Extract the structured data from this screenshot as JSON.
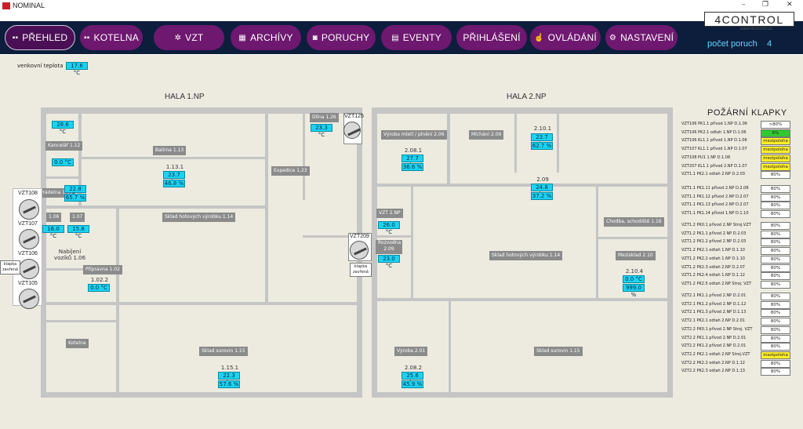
{
  "window": {
    "title": "NOMINAL",
    "minimize": "–",
    "restore": "❐",
    "close": "✕"
  },
  "brand": {
    "name": "4CONTROL",
    "url": "www.4control.cz"
  },
  "nav": [
    {
      "label": "PŘEHLED",
      "icon": "▪▪",
      "active": true
    },
    {
      "label": "KOTELNA",
      "icon": "▪▪"
    },
    {
      "label": "VZT",
      "icon": "✲"
    },
    {
      "label": "ARCHÍVY",
      "icon": "▦"
    },
    {
      "label": "PORUCHY",
      "icon": "◙"
    },
    {
      "label": "EVENTY",
      "icon": "▤"
    },
    {
      "label": "PŘIHLÁŠENÍ",
      "icon": ""
    },
    {
      "label": "OVLÁDÁNÍ",
      "icon": "☝"
    },
    {
      "label": "NASTAVENÍ",
      "icon": "⚙"
    }
  ],
  "status": {
    "pocet_label": "počet poruch",
    "pocet_value": "4"
  },
  "venkovni": {
    "label": "venkovní teplota",
    "value": "17.6 °C"
  },
  "hall1": {
    "title": "HALA 1.NP",
    "rooms": {
      "kancelar": "Kancelář 1.12",
      "dilna": "Dílna 1.26",
      "balirna": "Balírna 1.13",
      "expedice": "Expedice 1.23",
      "pradelna": "Prádelna 1.05",
      "r106": "1.06",
      "r107": "1.07",
      "sklad_vyrobku": "Sklad hotových výrobku 1.14",
      "nabijeni": "Nabíjení vozíků 1.06",
      "pripravna": "Přípravna 1.02",
      "kotelna": "Kotelna",
      "sklad_surovin": "Sklad surovin 1.15"
    },
    "values": {
      "k_temp": "28.6 °C",
      "k_temp2": "0.0 °C",
      "dilna_temp": "23.3 °C",
      "b_id": "1.13.1",
      "b_temp": "23.7 °C",
      "b_hum": "46.8 %",
      "p_temp": "22.8 °C",
      "p_hum": "65.7 %",
      "r106_temp": "16.0 °C",
      "r107_temp": "15.8 °C",
      "pr_id": "1.02.2",
      "pr_temp": "0.0 °C",
      "ss_id": "1.15.1",
      "ss_temp": "22.3 °C",
      "ss_hum": "57.6 %"
    },
    "vzt": {
      "v108": "VZT108",
      "v107": "VZT107",
      "v106": "VZT106",
      "v105": "VZT105",
      "v125": "VZT125",
      "klapka": "klapka zavřená"
    }
  },
  "hall2": {
    "title": "HALA 2.NP",
    "rooms": {
      "vyroba_mleti": "Výroba mletí / plnění 2.06",
      "michani": "Míchání 2.09",
      "vzt2np": "VZT 2.NP",
      "rozvodna": "Rozvodna 2.09",
      "sklad_vyrobku": "Sklad hotových výrobku 1.14",
      "chodba": "Chodba, schodiště 1.16",
      "mezisklad": "Mezisklad 2.10",
      "vyroba": "Výroba 2.01",
      "sklad_surovin": "Sklad surovin 1.15"
    },
    "values": {
      "vm_id": "2.08.1",
      "vm_temp": "27.7 °C",
      "vm_hum": "36.6 %",
      "m_id": "2.10.1",
      "m_temp": "23.7 °C",
      "m_hum": "62.7 %",
      "c_id": "2.09",
      "c_temp": "24.8 °C",
      "c_hum": "37.2 %",
      "vzt2np_temp": "26.0 °C",
      "rozv_temp": "23.0 °C",
      "mz_id": "2.10.4",
      "mz_temp": "0.0 °C",
      "mz_hum": "999.0 %",
      "v_id": "2.08.2",
      "v_temp": "25.6 °C",
      "v_hum": "45.9 %"
    },
    "vzt": {
      "v209": "VZT209",
      "klapka": "klapka zavřená"
    }
  },
  "pozarni": {
    "title": "POŽÁRNÍ KLAPKY",
    "groups": [
      [
        {
          "label": "VZT106 PK1.1 přívod 1.NP D.1.06",
          "value": ">80%",
          "color": ""
        },
        {
          "label": "VZT106 PK2.1 odtah 1.NP D.1.06",
          "value": "6%",
          "color": "g"
        },
        {
          "label": "VZT106 KL1.1 přívod 1.NP D.1.06",
          "value": "mezipoloha",
          "color": "y"
        },
        {
          "label": "VZT107 KL1.1 přívod 1.NP D.1.07",
          "value": "mezipoloha",
          "color": "y"
        },
        {
          "label": "VZT108 PU1 1.NP D.1.08",
          "value": "mezipoloha",
          "color": "y"
        },
        {
          "label": "VZT207 KL1.1 přívod 2.NP D.1.07",
          "value": "mezipoloha",
          "color": "y"
        },
        {
          "label": "VZT1.1 PK2.1 odtah 2.NP D.2.03",
          "value": "80%",
          "color": ""
        }
      ],
      [
        {
          "label": "VZT1.1 PK1.11 přívod 2.NP D.2.08",
          "value": "80%",
          "color": ""
        },
        {
          "label": "VZT1.1 PK1.12 přívod 2.NP D.2.07",
          "value": "80%",
          "color": ""
        },
        {
          "label": "VZT1.1 PK1.13 přívod 2.NP D.2.07",
          "value": "80%",
          "color": ""
        },
        {
          "label": "VZT1.1 PK1.14 přívod 1.NP D.1.10",
          "value": "80%",
          "color": ""
        }
      ],
      [
        {
          "label": "VZT1.2 PK0.1 přívod 2.NP Stroj.VZT",
          "value": "80%",
          "color": ""
        },
        {
          "label": "VZT1.2 PK1.1 přívod 2.NP D.2.03",
          "value": "80%",
          "color": ""
        },
        {
          "label": "VZT1.2 PK1.2 přívod 2.NP D.2.03",
          "value": "80%",
          "color": ""
        },
        {
          "label": "VZT1.2 PK2.1 odtah 1.NP D.1.10",
          "value": "80%",
          "color": ""
        },
        {
          "label": "VZT1.2 PK2.2 odtah 1.NP D.1.10",
          "value": "80%",
          "color": ""
        },
        {
          "label": "VZT1.2 PK2.3 odtah 2.NP D.2.07",
          "value": "80%",
          "color": ""
        },
        {
          "label": "VZT1.2 PK2.4 odtah 1.NP D.1.12",
          "value": "80%",
          "color": ""
        },
        {
          "label": "VZT1.2 PK2.5 odtah 2.NP Stroj. VZT",
          "value": "80%",
          "color": ""
        }
      ],
      [
        {
          "label": "VZT2.1 PK1.1 přívod 2.NP D.2.01",
          "value": "80%",
          "color": ""
        },
        {
          "label": "VZT2.1 PK1.2 přívod 2.NP D.1.12",
          "value": "80%",
          "color": ""
        },
        {
          "label": "VZT2.1 PK1.3 přívod 2.NP D.1.13",
          "value": "80%",
          "color": ""
        },
        {
          "label": "VZT2.1 PK2.1 odtah 2.NP D.2.01",
          "value": "80%",
          "color": ""
        },
        {
          "label": "VZT2.2 PK0.1 přívod 2.NP Stroj. VZT",
          "value": "80%",
          "color": ""
        },
        {
          "label": "VZT2.2 PK1.1 přívod 2.NP D.2.01",
          "value": "80%",
          "color": ""
        },
        {
          "label": "VZT2.2 PK1.2 přívod 2.NP D.2.01",
          "value": "80%",
          "color": ""
        },
        {
          "label": "VZT2.2 PK2.1 odtah 2.NP Stroj.VZT",
          "value": "mezipoloha",
          "color": "y"
        },
        {
          "label": "VZT2.2 PK2.2 odtah 2.NP D.1.12",
          "value": "80%",
          "color": ""
        },
        {
          "label": "VZT2.2 PK2.3 odtah 2.NP D.1.13",
          "value": "80%",
          "color": ""
        }
      ]
    ]
  }
}
